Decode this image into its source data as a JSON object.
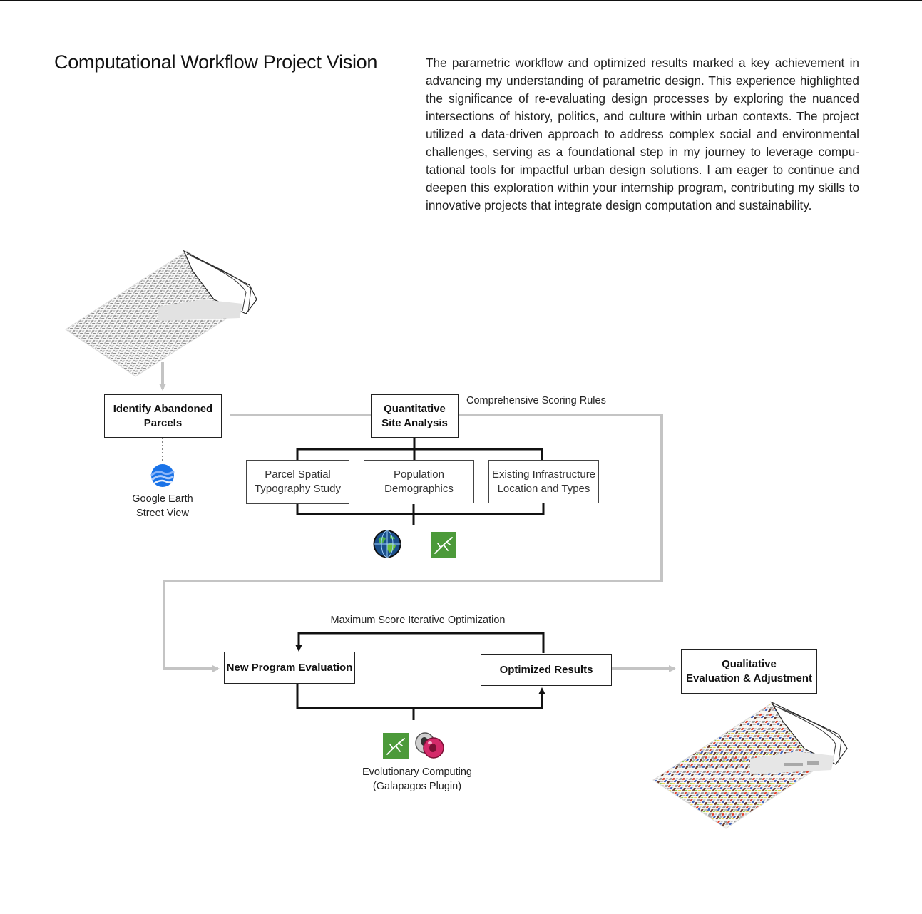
{
  "title": "Computational Workflow Project Vision",
  "intro": "The parametric workflow and optimized results marked a key achievement in advancing my understanding of parametric design. This experience highlighted the significance of re-evaluating design processes by exploring the nuanced intersections of history, politics, and culture within urban contexts. The project utilized a data-driven approach to address complex social and environmental challenges, serving as a foundational step in my journey to leverage compu-tational tools for impactful urban design solutions. I am eager to continue and deepen this exploration within your internship program, contributing my skills to innovative projects that integrate design computation and sustainability.",
  "nodes": {
    "identify": "Identify Abandoned\nParcels",
    "quantitative": "Quantitative\nSite Analysis",
    "parcel_spatial": "Parcel Spatial\nTypography Study",
    "population": "Population\nDemographics",
    "infrastructure": "Existing Infrastructure\nLocation and Types",
    "new_program": "New Program Evaluation",
    "optimized": "Optimized Results",
    "qualitative": "Qualitative\nEvaluation & Adjustment"
  },
  "labels": {
    "google_earth": "Google Earth\nStreet View",
    "scoring_rules": "Comprehensive Scoring Rules",
    "max_score": "Maximum Score Iterative Optimization",
    "evolutionary": "Evolutionary Computing\n(Galapagos Plugin)"
  },
  "icons": [
    "google-earth-icon",
    "arcgis-globe-icon",
    "grasshopper-icon",
    "galapagos-icon"
  ],
  "colors": {
    "flow_arrow": "#c4c4c4",
    "bracket": "#111111",
    "grasshopper_green": "#4c9a3a",
    "galapagos_pink": "#d42a6a"
  }
}
